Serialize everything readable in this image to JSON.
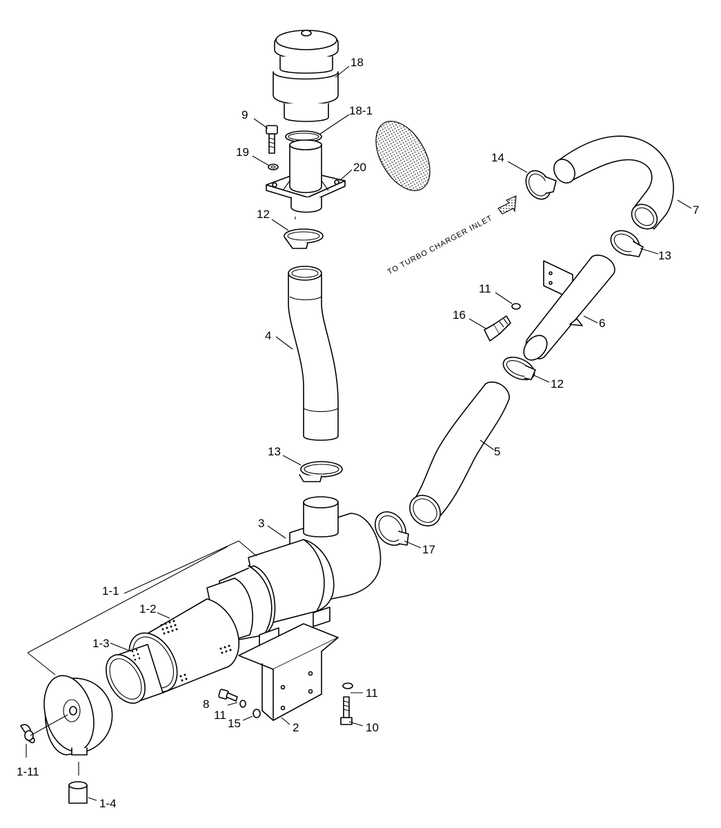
{
  "diagram": {
    "labels": {
      "p18": "18",
      "p18_1": "18-1",
      "p9": "9",
      "p19": "19",
      "p20": "20",
      "p12_top": "12",
      "p14": "14",
      "p7": "7",
      "p13_right": "13",
      "p11_mid": "11",
      "p16": "16",
      "p6": "6",
      "p12_mid": "12",
      "p4": "4",
      "p5": "5",
      "p13_mid": "13",
      "p3": "3",
      "p17": "17",
      "p1_1": "1-1",
      "p1_2": "1-2",
      "p1_3": "1-3",
      "p11_bottom": "11",
      "p8": "8",
      "p11_low": "11",
      "p15": "15",
      "p2": "2",
      "p10": "10",
      "p1_11": "1-11",
      "p1_4": "1-4"
    },
    "note": "TO TURBO CHARGER INLET",
    "colors": {
      "line": "#000000",
      "screen": "#b0b0b0",
      "background": "#ffffff"
    }
  }
}
